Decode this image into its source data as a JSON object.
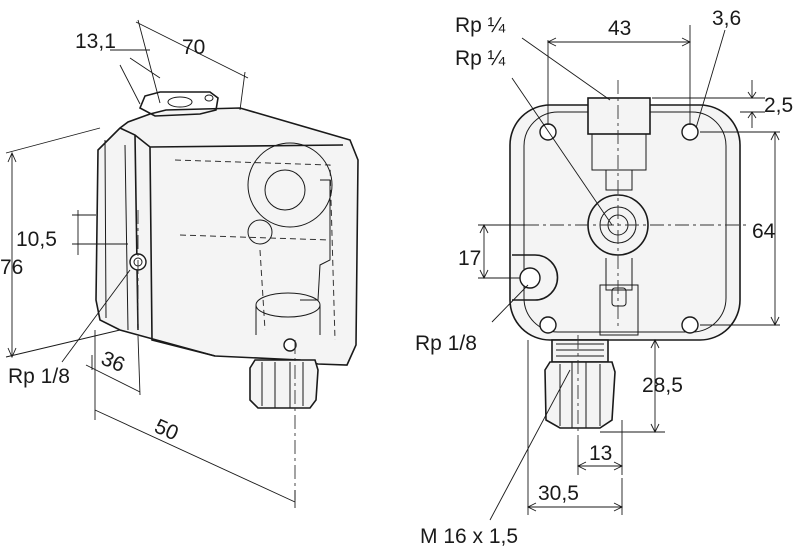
{
  "left_view": {
    "dim_13_1": "13,1",
    "dim_70": "70",
    "dim_10_5": "10,5",
    "dim_76": "76",
    "dim_36": "36",
    "dim_50": "50",
    "port_label": "Rp 1/8"
  },
  "right_view": {
    "port_top_1": "Rp ¼",
    "port_top_2": "Rp ¼",
    "dim_43": "43",
    "dim_3_6": "3,6",
    "dim_2_5": "2,5",
    "dim_64": "64",
    "dim_17": "17",
    "port_side": "Rp 1/8",
    "dim_28_5": "28,5",
    "dim_13": "13",
    "dim_30_5": "30,5",
    "thread": "M 16 x 1,5"
  }
}
